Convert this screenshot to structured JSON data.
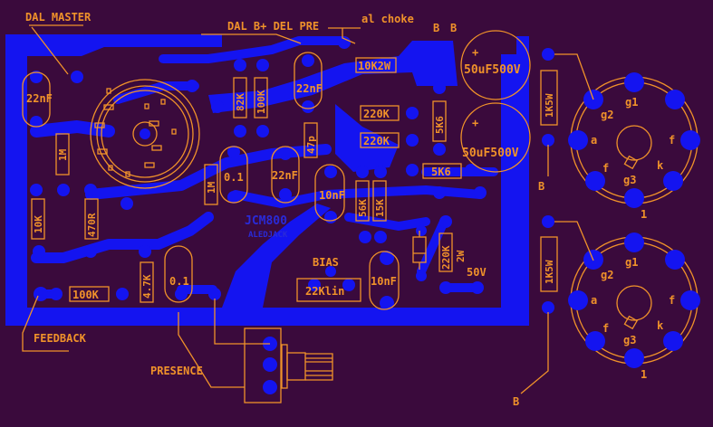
{
  "title": "JCM800 preamp / power amp PCB layout",
  "colors": {
    "background": "#3a0a3c",
    "copper": "#1414f0",
    "silkscreen": "#f0922a"
  },
  "annotations": {
    "dal_master": "DAL MASTER",
    "dal_bplus": "DAL B+ DEL PRE",
    "al_choke": "al choke",
    "b1": "B",
    "b2": "B",
    "b3": "B",
    "b4": "B",
    "feedback": "FEEDBACK",
    "presence": "PRESENCE",
    "bias": "BIAS",
    "v50": "50V",
    "board_mark": "JCM800",
    "board_mark2": "ALEDJACK"
  },
  "components": {
    "c_22nf_a": "22nF",
    "r_1m_a": "1M",
    "r_10k": "10K",
    "r_470r": "470R",
    "r_82k": "82K",
    "r_100k_v": "100K",
    "c_22nf_b": "22nF",
    "r_10k2w": "10K2W",
    "c_50uf_a": "50uF500V",
    "c_50uf_b": "50uF500V",
    "r_220k_a": "220K",
    "r_220k_b": "220K",
    "r_5k6_v": "5K6",
    "r_5k6_h": "5K6",
    "c_47p": "47p",
    "r_1m_b": "1M",
    "c_01_a": "0.1",
    "c_22nf_c": "22nF",
    "c_10nf_a": "10nF",
    "r_56k": "56K",
    "r_15k": "15K",
    "pot_22klin": "22Klin",
    "c_10nf_b": "10nF",
    "r_220k_2w": "220K",
    "r_220k_2w_rating": "2W",
    "r_100k_h": "100K",
    "r_4k7": "4.7K",
    "c_01_b": "0.1",
    "r_1k5w_a": "1K5W",
    "r_1k5w_b": "1K5W",
    "plus": "+"
  },
  "tube_pins": {
    "g1": "g1",
    "g2": "g2",
    "g3": "g3",
    "a": "a",
    "f": "f",
    "k": "k",
    "one": "1"
  }
}
